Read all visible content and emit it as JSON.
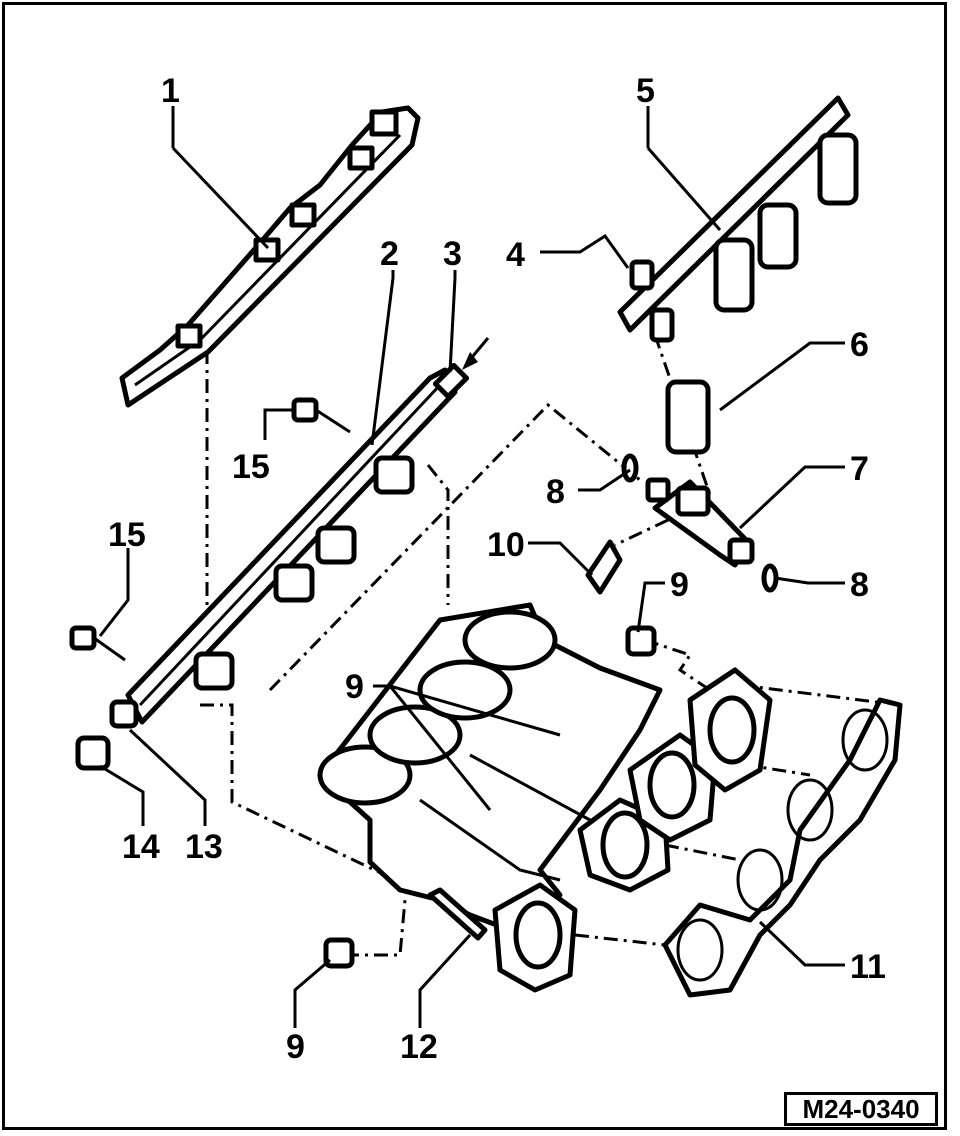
{
  "figure": {
    "reference": "M24-0340"
  },
  "callouts": [
    {
      "id": "c1",
      "text": "1"
    },
    {
      "id": "c2",
      "text": "2"
    },
    {
      "id": "c3",
      "text": "3"
    },
    {
      "id": "c4",
      "text": "4"
    },
    {
      "id": "c5",
      "text": "5"
    },
    {
      "id": "c6",
      "text": "6"
    },
    {
      "id": "c7",
      "text": "7"
    },
    {
      "id": "c8a",
      "text": "8"
    },
    {
      "id": "c8b",
      "text": "8"
    },
    {
      "id": "c9a",
      "text": "9"
    },
    {
      "id": "c9b",
      "text": "9"
    },
    {
      "id": "c9c",
      "text": "9"
    },
    {
      "id": "c10",
      "text": "10"
    },
    {
      "id": "c11",
      "text": "11"
    },
    {
      "id": "c12",
      "text": "12"
    },
    {
      "id": "c13",
      "text": "13"
    },
    {
      "id": "c14",
      "text": "14"
    },
    {
      "id": "c15a",
      "text": "15"
    },
    {
      "id": "c15b",
      "text": "15"
    }
  ]
}
